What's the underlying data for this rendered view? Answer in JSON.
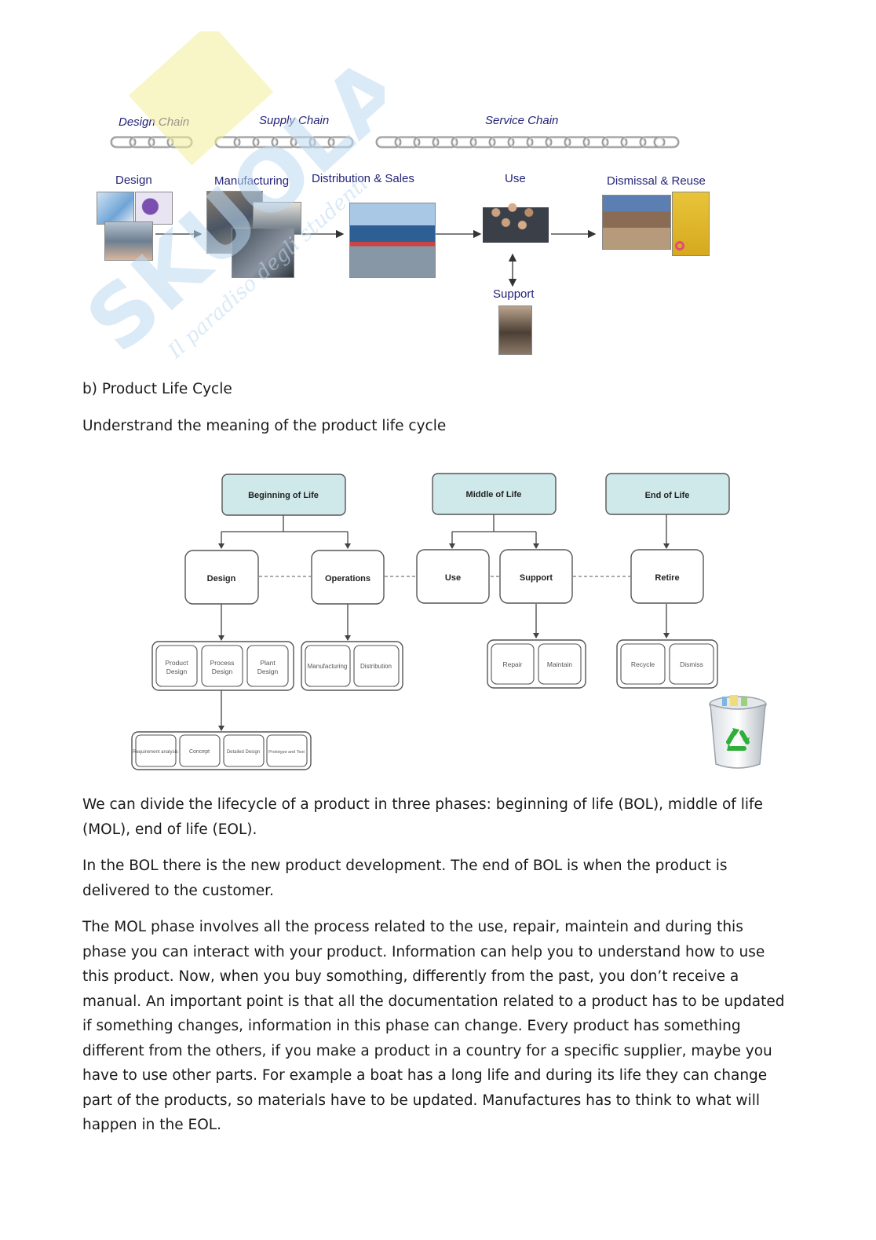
{
  "top_figure": {
    "chains": [
      "Design Chain",
      "Supply Chain",
      "Service Chain"
    ],
    "stages": [
      "Design",
      "Manufacturing",
      "Distribution & Sales",
      "Use",
      "Dismissal & Reuse"
    ],
    "support": "Support"
  },
  "watermark": {
    "brand": "SKUOLA",
    "tagline": "Il paradiso degli studenti"
  },
  "section": {
    "heading": "b) Product Life Cycle",
    "intro": "Understrand the meaning of the product life cycle"
  },
  "diagram": {
    "phases": [
      "Beginning of Life",
      "Middle of Life",
      "End of Life"
    ],
    "level2": [
      "Design",
      "Operations",
      "Use",
      "Support",
      "Retire"
    ],
    "design_children": [
      "Product Design",
      "Process Design",
      "Plant Design"
    ],
    "operations_children": [
      "Manufacturing",
      "Distribution"
    ],
    "support_children": [
      "Repair",
      "Maintain"
    ],
    "retire_children": [
      "Recycle",
      "Dismiss"
    ],
    "product_design_children": [
      "Requirement analysis",
      "Concept",
      "Detailed Design",
      "Prototype and Test"
    ]
  },
  "paragraphs": {
    "p1": "We can divide the lifecycle of a product in three phases: beginning of life (BOL), middle of life (MOL), end of life (EOL).",
    "p2": "In the BOL there is the new product development. The end of BOL is  when the product is delivered to the customer.",
    "p3": "The MOL phase involves all the process related to the use, repair, maintein and during this phase you can interact with your product. Information can help you to understand how to use this product. Now, when you buy somothing, differently from the past, you don’t receive a manual. An important point is that all the documentation related to a product has to be updated if something changes, information in this phase can change. Every product has something different from the others, if you make a product in a country for a specific supplier, maybe you have to use other parts. For example a boat has a long life and during its life they can change part of the products, so materials have to be updated. Manufactures has to think to what will happen in the EOL."
  },
  "colors": {
    "phase_fill": "#cfe9ea",
    "label_blue": "#23237a",
    "watermark_blue": "#bcd9f2",
    "watermark_yellow": "#f4ef9a"
  }
}
